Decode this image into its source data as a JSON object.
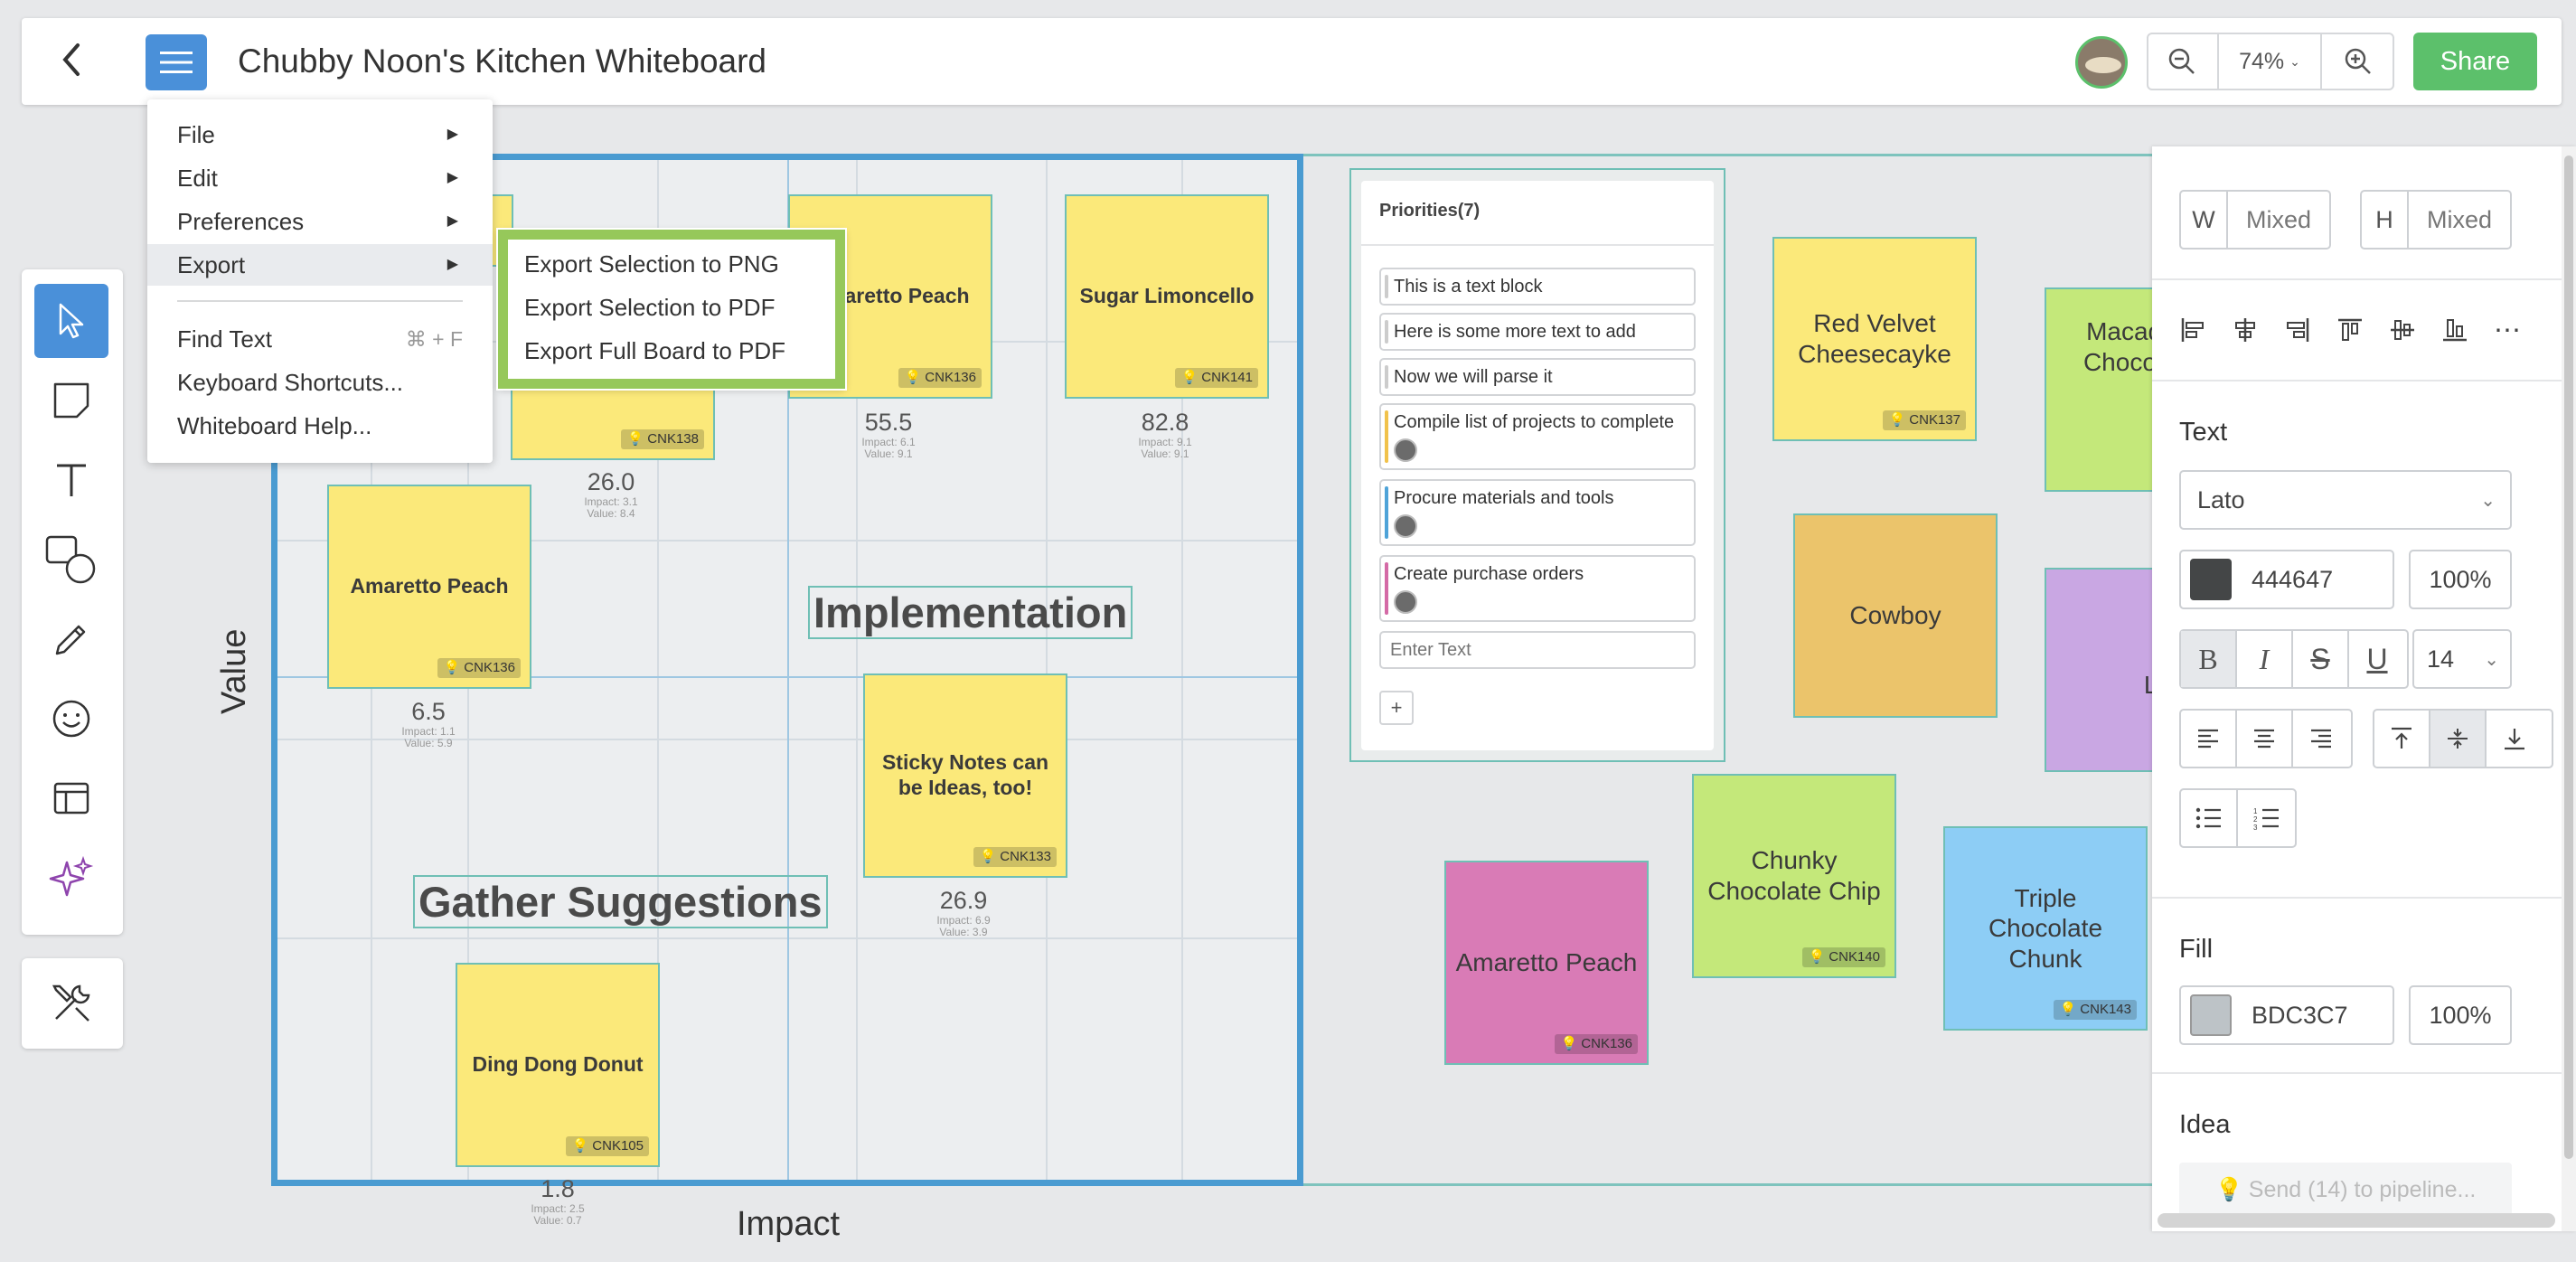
{
  "header": {
    "title": "Chubby Noon's Kitchen Whiteboard",
    "zoom": "74%",
    "share_label": "Share"
  },
  "colors": {
    "accent": "#4a90d9",
    "share": "#5cc06b",
    "sticky_yellow": "#fbe97a",
    "sticky_pink": "#d97bb6",
    "sticky_green": "#c4e87a",
    "sticky_orange": "#ebc46b",
    "sticky_blue": "#8dcdf5",
    "sticky_purple": "#c9a7e3",
    "matrix_border": "#4a9bd1",
    "export_highlight": "#96c85a"
  },
  "menu": {
    "items": [
      {
        "label": "File",
        "submenu": true
      },
      {
        "label": "Edit",
        "submenu": true
      },
      {
        "label": "Preferences",
        "submenu": true
      },
      {
        "label": "Export",
        "submenu": true
      }
    ],
    "find_text": {
      "label": "Find Text",
      "shortcut": "⌘ + F"
    },
    "shortcuts_label": "Keyboard Shortcuts...",
    "help_label": "Whiteboard Help..."
  },
  "export_submenu": [
    "Export Selection to PNG",
    "Export Selection to PDF",
    "Export Full Board to PDF"
  ],
  "matrix": {
    "y_axis": "Value",
    "x_axis": "Impact",
    "labels": {
      "implementation": "Implementation",
      "gather": "Gather Suggestions"
    }
  },
  "stickies": {
    "s1": {
      "text": "Amaretto Peach",
      "tag": "CNK136",
      "score": "55.5",
      "impact": "Impact: 6.1",
      "value": "Value: 9.1"
    },
    "s2": {
      "text": "Sugar Limoncello",
      "tag": "CNK141",
      "score": "82.8",
      "impact": "Impact: 9.1",
      "value": "Value: 9.1"
    },
    "s3": {
      "tag": "CNK138",
      "score": "26.0",
      "impact": "Impact: 3.1",
      "value": "Value: 8.4"
    },
    "s4": {
      "text": "Amaretto Peach",
      "tag": "CNK136",
      "score": "6.5",
      "impact": "Impact: 1.1",
      "value": "Value: 5.9"
    },
    "s5": {
      "text": "Sticky Notes can be Ideas, too!",
      "tag": "CNK133",
      "score": "26.9",
      "impact": "Impact: 6.9",
      "value": "Value: 3.9"
    },
    "s6": {
      "text": "Ding Dong Donut",
      "tag": "CNK105",
      "score": "1.8",
      "impact": "Impact: 2.5",
      "value": "Value: 0.7"
    },
    "red_velvet": {
      "text": "Red Velvet Cheesecayke",
      "tag": "CNK137"
    },
    "macad": {
      "text": "Macad Wh Choco Chu"
    },
    "cowboy": {
      "text": "Cowboy"
    },
    "sug": {
      "text": "Sug Limon"
    },
    "chunky": {
      "text": "Chunky Chocolate Chip",
      "tag": "CNK140"
    },
    "pink": {
      "text": "Amaretto Peach",
      "tag": "CNK136"
    },
    "triple": {
      "text": "Triple Chocolate Chunk",
      "tag": "CNK143"
    }
  },
  "priorities": {
    "title": "Priorities(7)",
    "items": [
      "This is a text block",
      "Here is some more text to add",
      "Now we will parse it",
      "Compile list of projects to complete",
      "Procure materials and tools",
      "Create purchase orders"
    ],
    "input_placeholder": "Enter Text",
    "add_label": "+"
  },
  "panel": {
    "w_label": "W",
    "w_value": "Mixed",
    "h_label": "H",
    "h_value": "Mixed",
    "text_heading": "Text",
    "font": "Lato",
    "text_color": "444647",
    "text_opacity": "100%",
    "font_size": "14",
    "fill_heading": "Fill",
    "fill_color": "BDC3C7",
    "fill_opacity": "100%",
    "idea_heading": "Idea",
    "pipeline_label": "Send (14) to pipeline..."
  }
}
